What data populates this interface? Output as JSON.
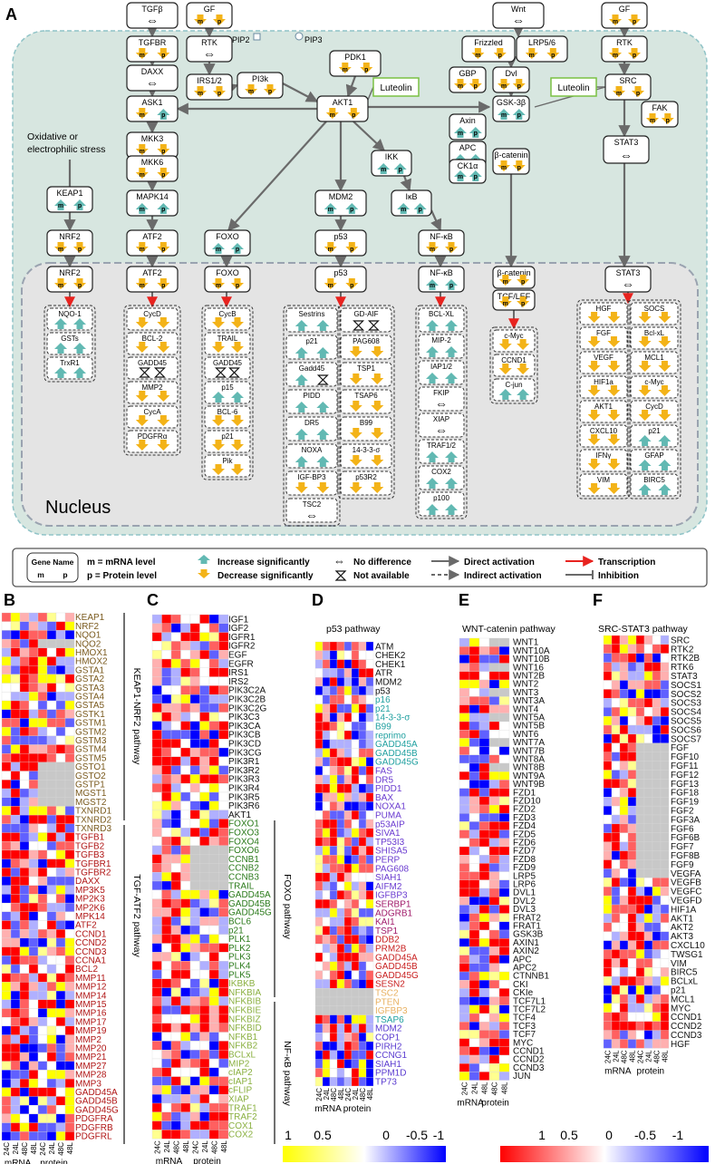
{
  "panel_a": {
    "label": "A",
    "nucleus_label": "Nucleus",
    "stress_label_1": "Oxidative or",
    "stress_label_2": "electrophilic stress",
    "luteolin": "Luteolin",
    "pip2": "PIP2",
    "pip3": "PIP3",
    "nodes": {
      "tgfb": "TGFβ",
      "gf1": "GF",
      "wnt": "Wnt",
      "gf2": "GF",
      "tgfbr": "TGFBR",
      "rtk1": "RTK",
      "frizzled": "Frizzled",
      "lrp56": "LRP5/6",
      "rtk2": "RTK",
      "daxx": "DAXX",
      "irs12": "IRS1/2",
      "pi3k": "PI3k",
      "pdk1": "PDK1",
      "gbp": "GBP",
      "dvl": "Dvl",
      "src": "SRC",
      "ask1": "ASK1",
      "akt1": "AKT1",
      "gsk3b": "GSK-3β",
      "fak": "FAK",
      "axin": "Axin",
      "mkk3": "MKK3",
      "apc": "APC",
      "ck1a": "CK1α",
      "bcat1": "β-catenin",
      "mkk6": "MKK6",
      "ikk": "IKK",
      "stat3_1": "STAT3",
      "ikb": "IκB",
      "keap1": "KEAP1",
      "mapk14": "MAPK14",
      "mdm2": "MDM2",
      "nrf2_1": "NRF2",
      "atf2_1": "ATF2",
      "foxo_1": "FOXO",
      "p53_1": "p53",
      "nfkb_1": "NF-κB",
      "nrf2_2": "NRF2",
      "atf2_2": "ATF2",
      "foxo_2": "FOXO",
      "p53_2": "p53",
      "nfkb_2": "NF-κB",
      "bcat2": "β-catenin",
      "stat3_2": "STAT3",
      "tcflef": "TCF/LEF"
    },
    "targets": {
      "nrf2": [
        "NQO-1",
        "GSTs",
        "TrxR1"
      ],
      "atf2": [
        "CycD",
        "BCL-2",
        "GADD45",
        "MMP2",
        "CycA",
        "PDGFRα"
      ],
      "foxo": [
        "CycB",
        "TRAIL",
        "GADD45",
        "p15",
        "BCL-6",
        "p21",
        "Pik"
      ],
      "p53a": [
        "Sestrins",
        "p21",
        "Gadd45",
        "PIDD",
        "DR5",
        "NOXA",
        "IGF-BP3",
        "TSC2"
      ],
      "p53b": [
        "GD-AIF",
        "PAG608",
        "TSP1",
        "TSAP6",
        "B99",
        "14-3-3-σ",
        "p53R2"
      ],
      "nfkb": [
        "BCL-XL",
        "MIP-2",
        "IAP1/2",
        "FKIP",
        "XIAP",
        "TRAF1/2",
        "COX2",
        "p100"
      ],
      "wnt": [
        "c-Myc",
        "CCND1",
        "C-jun"
      ],
      "stat3a": [
        "HGF",
        "FGF",
        "VEGF",
        "HIF1a",
        "AKT1",
        "CXCL10",
        "IFNγ",
        "VIM"
      ],
      "stat3b": [
        "SOCS",
        "Bcl-xL",
        "MCL1",
        "c-Myc",
        "CycD",
        "p21",
        "GFAP",
        "BIRC5"
      ]
    }
  },
  "legend": {
    "gene_name": "Gene Name",
    "m": "m",
    "p": "p",
    "m_def": "m = mRNA level",
    "p_def": "p = Protein level",
    "increase": "Increase significantly",
    "decrease": "Decrease significantly",
    "no_diff": "No difference",
    "not_avail": "Not available",
    "direct": "Direct activation",
    "indirect": "Indirect activation",
    "transcription": "Transcription",
    "inhibition": "Inhibition"
  },
  "colors": {
    "cytoplasm": "#d7e6e0",
    "nucleus": "#e4e4e4",
    "increase": "#62b9b3",
    "decrease": "#f3b318",
    "luteolin": "#7ac143",
    "transcription": "#e8231f",
    "arrow": "#6a6a6a",
    "heat_pos": "#ff0000",
    "heat_mid": "#ffffff",
    "heat_neg": "#0000ff",
    "heat_pos_yellow": "#ffff00",
    "na": "#c8c8c8"
  },
  "heatmap_b": {
    "label": "B",
    "pathway_1": "KEAP1-NRF2 pathway",
    "pathway_2": "TGF-ATF2 pathway",
    "genes": [
      "KEAP1",
      "NRF2",
      "NQO1",
      "NQO2",
      "HMOX1",
      "HMOX2",
      "GSTA1",
      "GSTA2",
      "GSTA3",
      "GSTA4",
      "GSTA5",
      "GSTK1",
      "GSTM1",
      "GSTM2",
      "GSTM3",
      "GSTM4",
      "GSTM5",
      "GSTO1",
      "GSTO2",
      "GSTP1",
      "MGST1",
      "MGST2",
      "TXNRD1",
      "TXNRD2",
      "TXNRD3",
      "TGFB1",
      "TGFB2",
      "TGFB3",
      "TGFBR1",
      "TGFBR2",
      "DAXX",
      "MP3K5",
      "MP2K3",
      "MP2K6",
      "MPK14",
      "ATF2",
      "CCND1",
      "CCND2",
      "CCND3",
      "CCNA1",
      "BCL2",
      "MMP11",
      "MMP12",
      "MMP14",
      "MMP15",
      "MMP16",
      "MMP17",
      "MMP19",
      "MMP2",
      "MMP20",
      "MMP21",
      "MMP27",
      "MMP28",
      "MMP3",
      "GADD45A",
      "GADD45B",
      "GADD45G",
      "PDGFRA",
      "PDGFRB",
      "PDGFRL"
    ],
    "gene_colors": [
      "#7a5a1e",
      "#7a5a1e",
      "#7a5a1e",
      "#7a5a1e",
      "#7a5a1e",
      "#7a5a1e",
      "#7a5a1e",
      "#7a5a1e",
      "#7a5a1e",
      "#7a5a1e",
      "#7a5a1e",
      "#7a5a1e",
      "#7a5a1e",
      "#7a5a1e",
      "#7a5a1e",
      "#7a5a1e",
      "#7a5a1e",
      "#7a5a1e",
      "#7a5a1e",
      "#7a5a1e",
      "#7a5a1e",
      "#7a5a1e",
      "#7a5a1e",
      "#7a5a1e",
      "#7a5a1e",
      "#b01515",
      "#b01515",
      "#b01515",
      "#b01515",
      "#b01515",
      "#b01515",
      "#b01515",
      "#b01515",
      "#b01515",
      "#b01515",
      "#b01515",
      "#b01515",
      "#b01515",
      "#b01515",
      "#b01515",
      "#b01515",
      "#b01515",
      "#b01515",
      "#b01515",
      "#b01515",
      "#b01515",
      "#b01515",
      "#b01515",
      "#b01515",
      "#b01515",
      "#b01515",
      "#b01515",
      "#b01515",
      "#b01515",
      "#b01515",
      "#b01515",
      "#b01515",
      "#b01515",
      "#b01515",
      "#b01515"
    ],
    "columns": [
      "24C",
      "24L",
      "48C",
      "48L",
      "24C",
      "24L",
      "48C",
      "48L"
    ],
    "xgroup": [
      "mRNA",
      "protein"
    ]
  },
  "heatmap_c": {
    "label": "C",
    "pathway_1": "FOXO pathway",
    "pathway_2": "NF-κB pathway",
    "genes": [
      "IGF1",
      "IGF2",
      "IGFR1",
      "IGFR2",
      "EGF",
      "EGFR",
      "IRS1",
      "IRS2",
      "PIK3C2A",
      "PIK3C2B",
      "PIK3C2G",
      "PIK3C3",
      "PIK3CA",
      "PIK3CB",
      "PIK3CD",
      "PIK3CG",
      "PIK3R1",
      "PIK3R2",
      "PIK3R3",
      "PIK3R4",
      "PIK3R5",
      "PIK3R6",
      "AKT1",
      "FOXO1",
      "FOXO3",
      "FOXO4",
      "FOXO6",
      "CCNB1",
      "CCNB2",
      "CCNB3",
      "TRAIL",
      "GADD45A",
      "GADD45B",
      "GADD45G",
      "BCL6",
      "p21",
      "PLK1",
      "PLK2",
      "PLK3",
      "PLK4",
      "PLK5",
      "IKBKB",
      "NFKBIA",
      "NFKBIB",
      "NFKBIE",
      "NFKBIZ",
      "NFKBID",
      "NFKB1",
      "NFKB2",
      "BCLxL",
      "MIP2",
      "cIAP2",
      "cIAP1",
      "cFLIP",
      "XIAP",
      "TRAF1",
      "TRAF2",
      "COX1",
      "COX2"
    ],
    "gene_colors": [
      "#111111",
      "#111111",
      "#111111",
      "#111111",
      "#111111",
      "#111111",
      "#111111",
      "#111111",
      "#111111",
      "#111111",
      "#111111",
      "#111111",
      "#111111",
      "#111111",
      "#111111",
      "#111111",
      "#111111",
      "#111111",
      "#111111",
      "#111111",
      "#111111",
      "#111111",
      "#111111",
      "#2a7a1a",
      "#2a7a1a",
      "#2a7a1a",
      "#2a7a1a",
      "#2a7a1a",
      "#2a7a1a",
      "#2a7a1a",
      "#2a7a1a",
      "#2a7a1a",
      "#2a7a1a",
      "#2a7a1a",
      "#2a7a1a",
      "#2a7a1a",
      "#2a7a1a",
      "#2a7a1a",
      "#2a7a1a",
      "#2a7a1a",
      "#2a7a1a",
      "#8ab040",
      "#8ab040",
      "#8ab040",
      "#8ab040",
      "#8ab040",
      "#8ab040",
      "#8ab040",
      "#8ab040",
      "#8ab040",
      "#8ab040",
      "#8ab040",
      "#8ab040",
      "#8ab040",
      "#8ab040",
      "#8ab040",
      "#8ab040",
      "#8ab040",
      "#8ab040"
    ],
    "columns": [
      "24C",
      "24L",
      "48C",
      "48L",
      "24C",
      "24L",
      "48C",
      "48L"
    ],
    "xgroup": [
      "mRNA",
      "protein"
    ]
  },
  "heatmap_d": {
    "label": "D",
    "title": "p53 pathway",
    "genes": [
      "ATM",
      "CHEK2",
      "CHEK1",
      "ATR",
      "MDM2",
      "p53",
      "p16",
      "p21",
      "14-3-3-σ",
      "B99",
      "reprimo",
      "GADD45A",
      "GADD45B",
      "GADD45G",
      "FAS",
      "DR5",
      "PIDD1",
      "BAX",
      "NOXA1",
      "PUMA",
      "p53AIP",
      "SIVA1",
      "TP53I3",
      "SHISA5",
      "PERP",
      "PAG608",
      "SIAH1",
      "AIFM2",
      "IGFBP3",
      "SERBP1",
      "ADGRB1",
      "KAI1",
      "TSP1",
      "DDB2",
      "PRM2B",
      "GADD45A",
      "GADD45B",
      "GADD45G",
      "SESN2",
      "TSC2",
      "PTEN",
      "IGFBP3",
      "TSAP6",
      "MDM2",
      "COP1",
      "PIRH2",
      "CCNG1",
      "SIAH1",
      "PPM1D",
      "TP73"
    ],
    "gene_colors": [
      "#111111",
      "#111111",
      "#111111",
      "#111111",
      "#111111",
      "#111111",
      "#20a0a0",
      "#20a0a0",
      "#20a0a0",
      "#20a0a0",
      "#20a0a0",
      "#20a0a0",
      "#20a0a0",
      "#20a0a0",
      "#6a3bd0",
      "#6a3bd0",
      "#6a3bd0",
      "#6a3bd0",
      "#6a3bd0",
      "#6a3bd0",
      "#6a3bd0",
      "#6a3bd0",
      "#6a3bd0",
      "#6a3bd0",
      "#6a3bd0",
      "#6a3bd0",
      "#6a3bd0",
      "#6a3bd0",
      "#6a3bd0",
      "#a01a6a",
      "#a01a6a",
      "#a01a6a",
      "#a01a6a",
      "#c81e1e",
      "#c81e1e",
      "#c81e1e",
      "#c81e1e",
      "#c81e1e",
      "#c81e1e",
      "#e8b060",
      "#e8b060",
      "#e8b060",
      "#20a0a0",
      "#5a3bd0",
      "#5a3bd0",
      "#5a3bd0",
      "#5a3bd0",
      "#5a3bd0",
      "#5a3bd0",
      "#5a3bd0"
    ],
    "columns": [
      "24C",
      "24L",
      "48C",
      "48L",
      "24C",
      "24L",
      "48C",
      "48L"
    ],
    "xgroup": [
      "mRNA",
      "protein"
    ]
  },
  "heatmap_e": {
    "label": "E",
    "title": "WNT-catenin pathway",
    "genes": [
      "WNT1",
      "WNT10A",
      "WNT10B",
      "WNT16",
      "WNT2B",
      "WNT2",
      "WNT3",
      "WNT3A",
      "WNT4",
      "WNT5A",
      "WNT5B",
      "WNT6",
      "WNT7A",
      "WNT7B",
      "WNT8A",
      "WNT8B",
      "WNT9A",
      "WNT9B",
      "FZD1",
      "FZD10",
      "FZD2",
      "FZD3",
      "FZD4",
      "FZD5",
      "FZD6",
      "FZD7",
      "FZD8",
      "FZD9",
      "LRP5",
      "LRP6",
      "DVL1",
      "DVL2",
      "DVL3",
      "FRAT2",
      "FRAT1",
      "GSK3B",
      "AXIN1",
      "AXIN2",
      "APC",
      "APC2",
      "CTNNB1",
      "CKI",
      "CKIe",
      "TCF7L1",
      "TCF7L2",
      "TCF4",
      "TCF3",
      "TCF7",
      "MYC",
      "CCND1",
      "CCND2",
      "CCND3",
      "JUN"
    ],
    "columns": [
      "24C",
      "24L",
      "48L",
      "48C",
      "48L"
    ],
    "xgroup": [
      "mRNA",
      "protein"
    ]
  },
  "heatmap_f": {
    "label": "F",
    "title": "SRC-STAT3 pathway",
    "genes": [
      "SRC",
      "RTK2",
      "RTK2B",
      "RTK6",
      "STAT3",
      "SOCS1",
      "SOCS2",
      "SOCS3",
      "SOCS4",
      "SOCS5",
      "SOCS6",
      "SOCS7",
      "FGF",
      "FGF10",
      "FGF11",
      "FGF12",
      "FGF13",
      "FGF18",
      "FGF19",
      "FGF2",
      "FGF3A",
      "FGF6",
      "FGF6B",
      "FGF7",
      "FGF8B",
      "FGF9",
      "VEGFA",
      "VEGFB",
      "VEGFC",
      "VEGFD",
      "HIF1A",
      "AKT1",
      "AKT2",
      "AKT3",
      "CXCL10",
      "TWSG1",
      "VIM",
      "BIRC5",
      "BCLxL",
      "p21",
      "MCL1",
      "MYC",
      "CCND1",
      "CCND2",
      "CCND3",
      "HGF"
    ],
    "columns": [
      "24C",
      "24L",
      "48C",
      "48L",
      "24C",
      "24L",
      "48C",
      "48L"
    ],
    "xgroup": [
      "mRNA",
      "protein"
    ]
  },
  "scale_left": {
    "ticks": [
      "1",
      "0.5",
      "0",
      "-0.5",
      "-1"
    ]
  },
  "scale_right": {
    "ticks": [
      "1",
      "0.5",
      "0",
      "-0.5",
      "-1"
    ]
  }
}
